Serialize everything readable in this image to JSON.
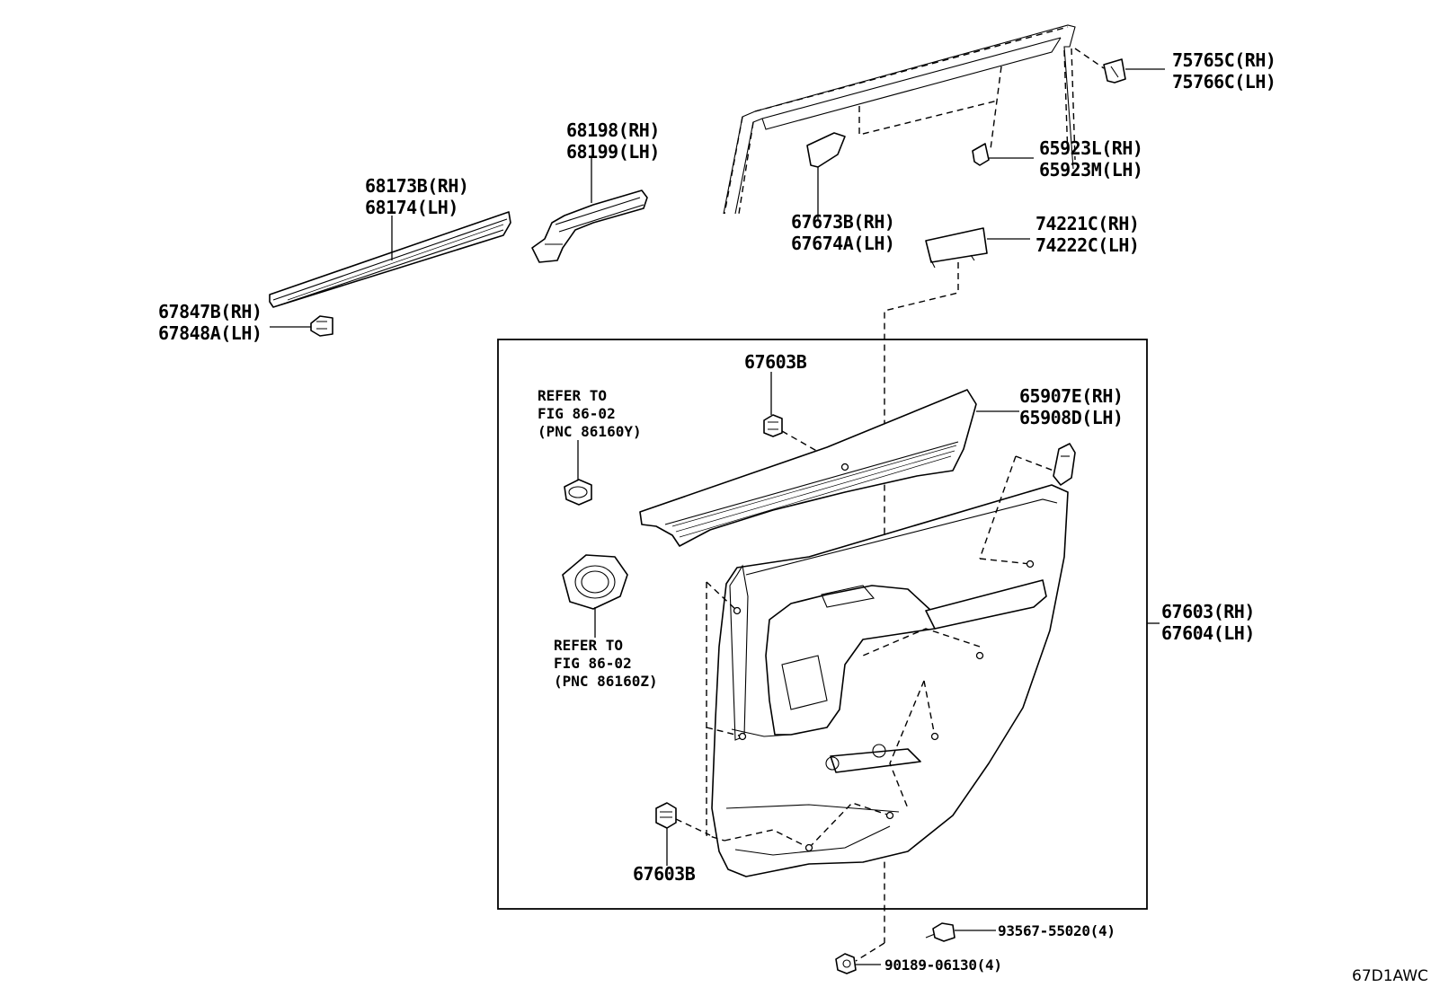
{
  "labels": {
    "p75765": [
      "75765C(RH)",
      "75766C(LH)"
    ],
    "p68198": [
      "68198(RH)",
      "68199(LH)"
    ],
    "p68173": [
      "68173B(RH)",
      "68174(LH)"
    ],
    "p65923": [
      "65923L(RH)",
      "65923M(LH)"
    ],
    "p67673": [
      "67673B(RH)",
      "67674A(LH)"
    ],
    "p74221": [
      "74221C(RH)",
      "74222C(LH)"
    ],
    "p67847": [
      "67847B(RH)",
      "67848A(LH)"
    ],
    "p67603b_top": "67603B",
    "p65907": [
      "65907E(RH)",
      "65908D(LH)"
    ],
    "p67603": [
      "67603(RH)",
      "67604(LH)"
    ],
    "p67603b_bottom": "67603B",
    "p93567": "93567-55020(4)",
    "p90189": "90189-06130(4)"
  },
  "refer_notes": {
    "tweeter": [
      "REFER TO",
      "FIG 86-02",
      "(PNC 86160Y)"
    ],
    "speaker": [
      "REFER TO",
      "FIG 86-02",
      "(PNC 86160Z)"
    ]
  },
  "illustration_code": "67D1AWC"
}
